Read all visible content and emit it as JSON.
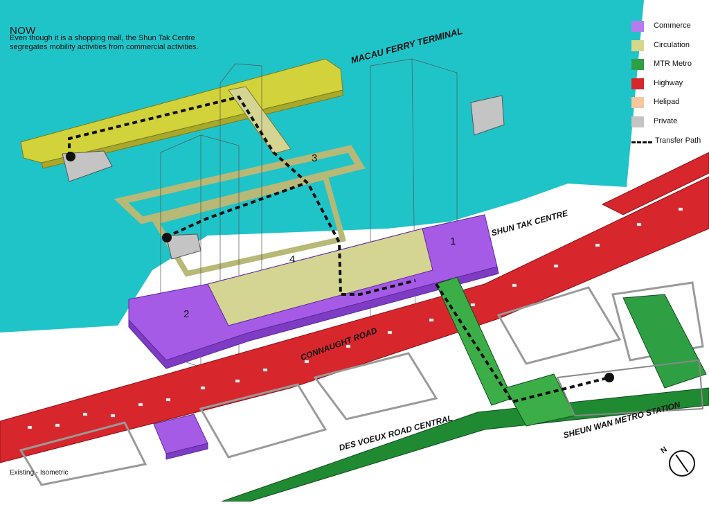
{
  "header": {
    "title": "NOW",
    "description": "Even though it is a shopping mall, the Shun Tak Centre segregates mobility activities from commercial activities."
  },
  "footer": {
    "view_label": "Existing - Isometric"
  },
  "place_labels": {
    "terminal": "MACAU FERRY TERMINAL",
    "centre": "SHUN TAK CENTRE",
    "connaught": "CONNAUGHT ROAD",
    "des_voeux": "DES VOEUX ROAD CENTRAL",
    "metro_station": "SHEUN WAN METRO STATION"
  },
  "callouts": {
    "n1": "1",
    "n2": "2",
    "n3": "3",
    "n4": "4"
  },
  "north_arrow": {
    "label": "N",
    "icon": "north-arrow-icon"
  },
  "legend": [
    {
      "label": "Commerce",
      "color": "#b57bf0"
    },
    {
      "label": "Circulation",
      "color": "#d6d68c"
    },
    {
      "label": "MTR Metro",
      "color": "#2ea043"
    },
    {
      "label": "Highway",
      "color": "#d7262c"
    },
    {
      "label": "Helipad",
      "color": "#f6c79d"
    },
    {
      "label": "Private",
      "color": "#c4c4c4"
    },
    {
      "label": "Transfer Path",
      "color": "#111111"
    }
  ],
  "colors": {
    "sea": "#1fc4c8",
    "commerce": "#a55be6",
    "circulation": "#d4d493",
    "pier": "#d2d23a",
    "metro": "#1f8a32",
    "metro_light": "#3cae47",
    "highway": "#d7262c",
    "private": "#c4c4c4"
  }
}
